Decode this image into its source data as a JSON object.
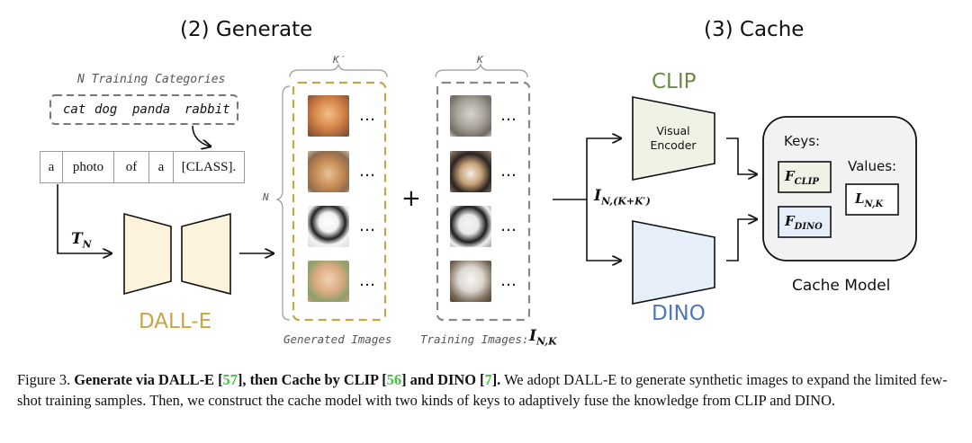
{
  "titles": {
    "generate": "(2) Generate",
    "cache": "(3) Cache"
  },
  "prompt": {
    "categories_label": "N Training Categories",
    "categories": [
      "cat",
      "dog",
      "panda",
      "rabbit"
    ],
    "tokens": [
      "a",
      "photo",
      "of",
      "a",
      "[CLASS]."
    ],
    "text_feature": {
      "symbol": "T",
      "sub": "N"
    }
  },
  "dalle": {
    "label": "DALL-E",
    "color": "#c9a445"
  },
  "generated": {
    "top_label": "K′",
    "side_label": "N",
    "bottom_label": "Generated Images",
    "dots": "…",
    "color": "#c9a445"
  },
  "plus": "+",
  "training": {
    "top_label": "K",
    "bottom_label": "Training Images:",
    "symbol": "I",
    "sub": "N,K",
    "dots": "…"
  },
  "combined": {
    "symbol": "I",
    "sub": "N,(K+K′)"
  },
  "clip": {
    "label": "CLIP",
    "color": "#6b8a45",
    "encoder_line1": "Visual",
    "encoder_line2": "Encoder"
  },
  "dino": {
    "label": "DINO",
    "color": "#4f78b8"
  },
  "cache_model": {
    "label": "Cache Model",
    "keys_label": "Keys:",
    "values_label": "Values:",
    "f_clip": {
      "symbol": "F",
      "sub": "CLIP"
    },
    "f_dino": {
      "symbol": "F",
      "sub": "DINO"
    },
    "values": {
      "symbol": "L",
      "sub": "N,K"
    }
  },
  "caption": {
    "fig": "Figure 3.",
    "bold1": "Generate via DALL-E [",
    "ref1": "57",
    "bold2": "], then Cache by CLIP [",
    "ref2": "56",
    "bold3": "] and DINO [",
    "ref3": "7",
    "bold4": "].",
    "text": "We adopt DALL-E to generate synthetic images to expand the limited few-shot training samples. Then, we construct the cache model with two kinds of keys to adaptively fuse the knowledge from CLIP and DINO."
  }
}
